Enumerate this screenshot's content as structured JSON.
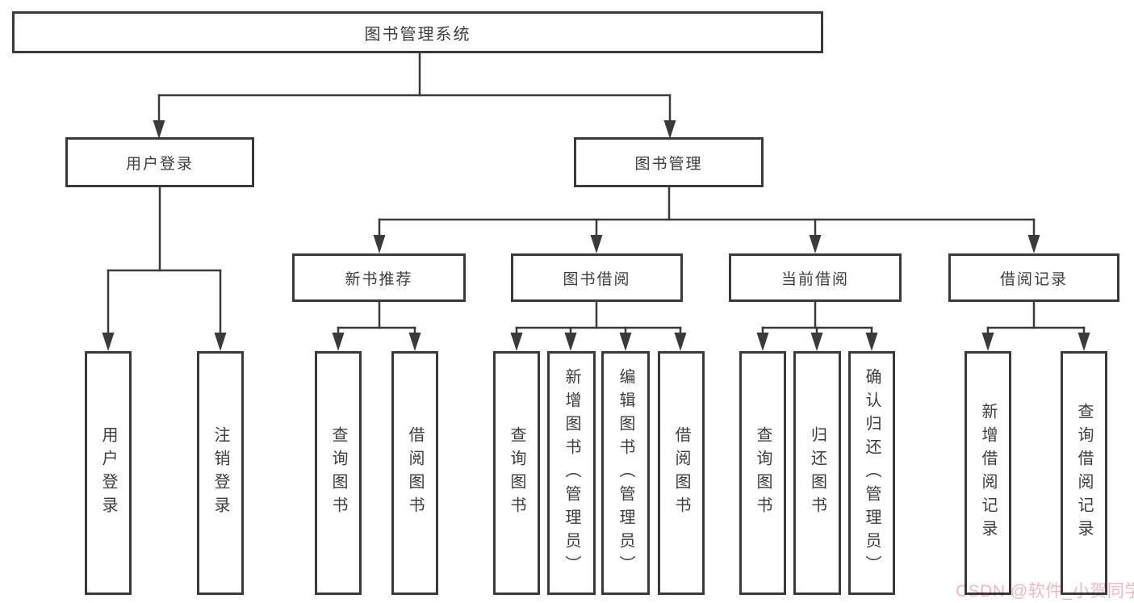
{
  "colors": {
    "line": "#3a3a3a",
    "box_border": "#3a3a3a",
    "text": "#3c3c3c",
    "background": "#ffffff",
    "watermark": "#f2b8c1"
  },
  "watermark": {
    "text": "CSDN @软件_小贺同学"
  },
  "tree": {
    "root": {
      "label": "图书管理系统",
      "children": [
        {
          "label": "用户登录",
          "children": [
            {
              "label": "用户登录"
            },
            {
              "label": "注销登录"
            }
          ]
        },
        {
          "label": "图书管理",
          "children": [
            {
              "label": "新书推荐",
              "children": [
                {
                  "label": "查询图书"
                },
                {
                  "label": "借阅图书"
                }
              ]
            },
            {
              "label": "图书借阅",
              "children": [
                {
                  "label": "查询图书"
                },
                {
                  "label": "新增图书（管理员）"
                },
                {
                  "label": "编辑图书（管理员）"
                },
                {
                  "label": "借阅图书"
                }
              ]
            },
            {
              "label": "当前借阅",
              "children": [
                {
                  "label": "查询图书"
                },
                {
                  "label": "归还图书"
                },
                {
                  "label": "确认归还（管理员）"
                }
              ]
            },
            {
              "label": "借阅记录",
              "children": [
                {
                  "label": "新增借阅记录"
                },
                {
                  "label": "查询借阅记录"
                }
              ]
            }
          ]
        }
      ]
    }
  }
}
